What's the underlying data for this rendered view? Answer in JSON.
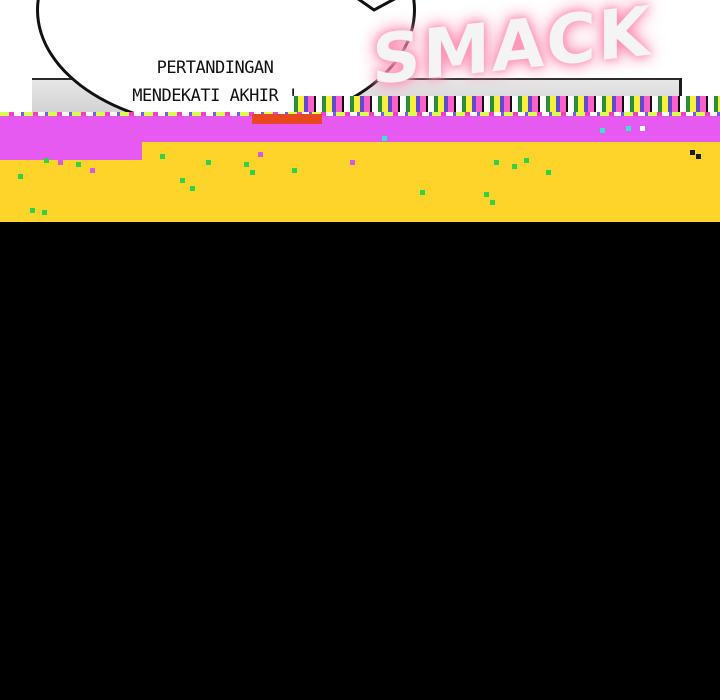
{
  "comic": {
    "speech_bubble": {
      "line_1": "PERTANDINGAN",
      "line_2": "MENDEKATI AKHIR !"
    },
    "sound_effect": "SMACK"
  },
  "colors": {
    "sfx_glow": "#ff7aa8",
    "glitch_yellow": "#ffd42a",
    "glitch_magenta": "#e75af2",
    "background": "#000000"
  }
}
